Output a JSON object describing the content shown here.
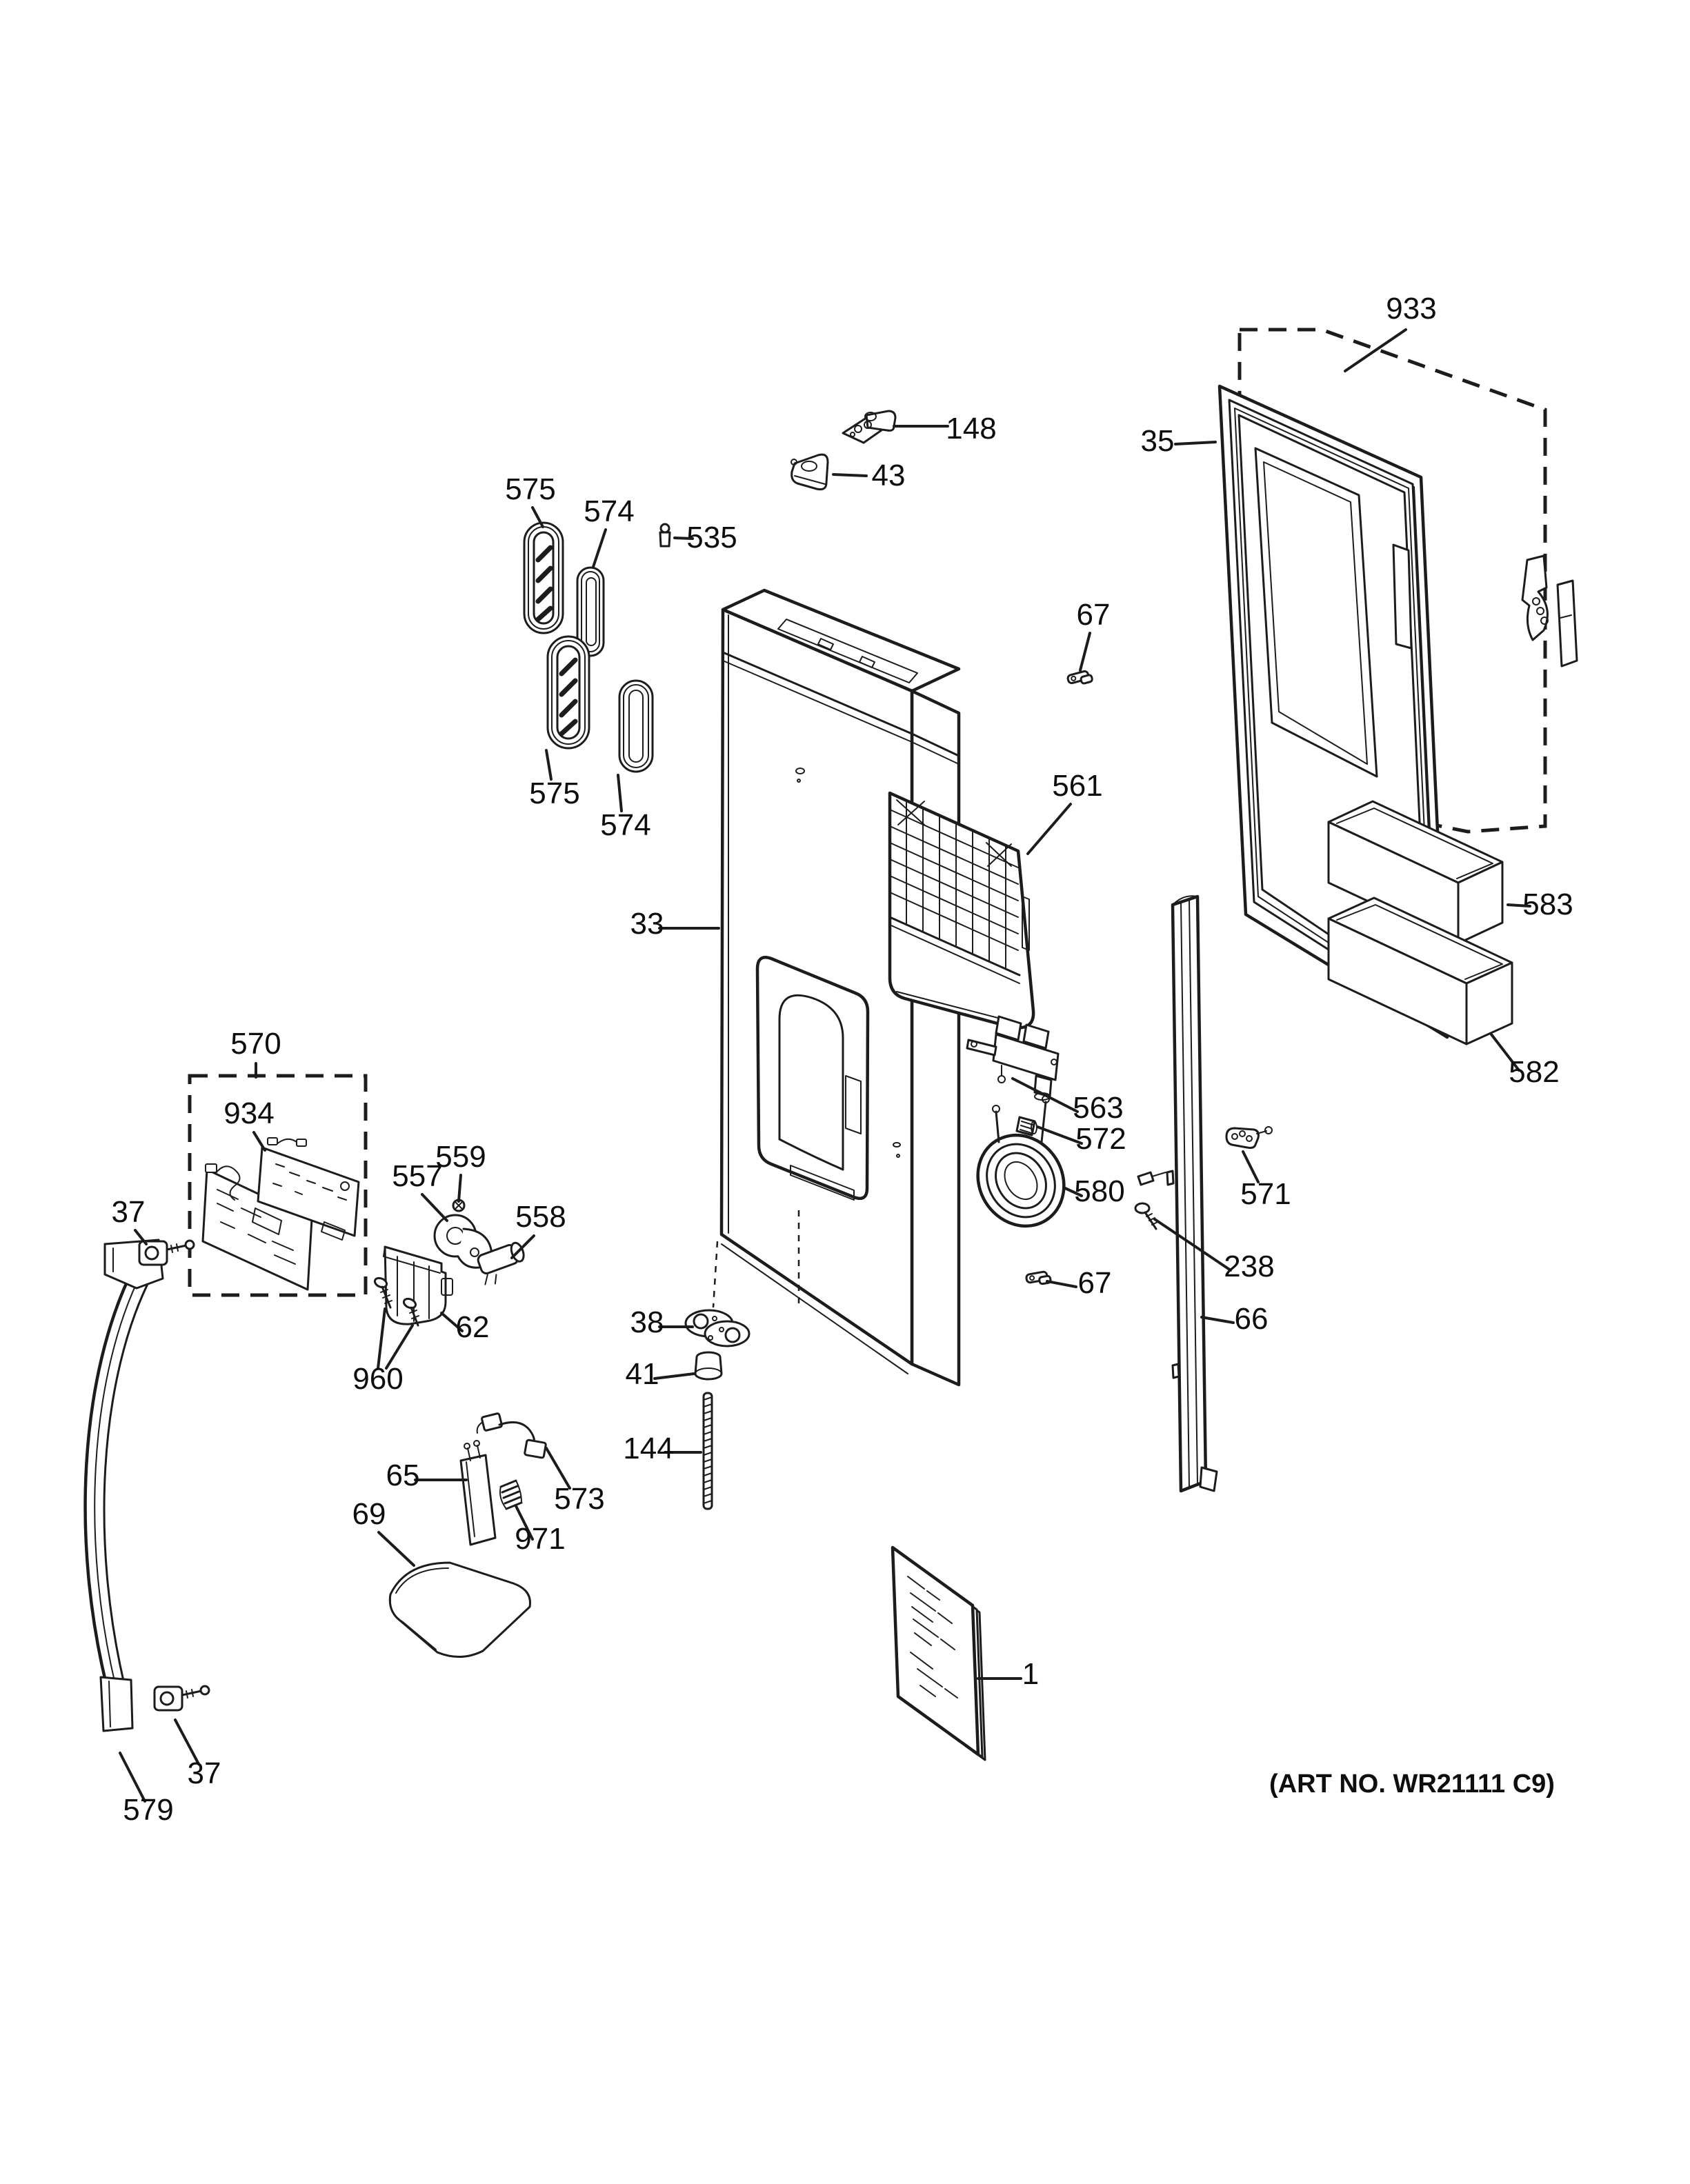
{
  "art_note": "(ART NO. WR21111 C9)",
  "colors": {
    "ink": "#1c1c1c",
    "background": "#ffffff"
  },
  "labels": {
    "p1": "1",
    "p33": "33",
    "p35": "35",
    "p37_top": "37",
    "p37_bottom": "37",
    "p38": "38",
    "p41": "41",
    "p43": "43",
    "p62": "62",
    "p65": "65",
    "p66": "66",
    "p67_top": "67",
    "p67_bottom": "67",
    "p69": "69",
    "p144": "144",
    "p148": "148",
    "p238": "238",
    "p535": "535",
    "p557": "557",
    "p558": "558",
    "p559": "559",
    "p561": "561",
    "p563": "563",
    "p570": "570",
    "p571": "571",
    "p572": "572",
    "p573": "573",
    "p574_upper": "574",
    "p574_lower": "574",
    "p575_upper": "575",
    "p575_lower": "575",
    "p579": "579",
    "p580": "580",
    "p582": "582",
    "p583": "583",
    "p933": "933",
    "p934": "934",
    "p960": "960",
    "p971": "971"
  }
}
